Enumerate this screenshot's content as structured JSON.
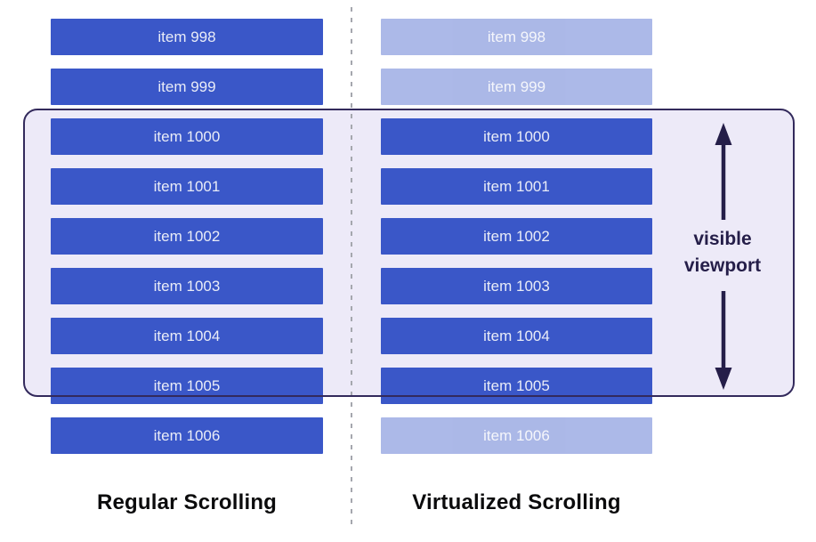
{
  "diagram": {
    "left_column": {
      "caption": "Regular Scrolling",
      "items": [
        {
          "label": "item 998",
          "state": "rendered"
        },
        {
          "label": "item 999",
          "state": "rendered"
        },
        {
          "label": "item 1000",
          "state": "rendered"
        },
        {
          "label": "item 1001",
          "state": "rendered"
        },
        {
          "label": "item 1002",
          "state": "rendered"
        },
        {
          "label": "item 1003",
          "state": "rendered"
        },
        {
          "label": "item 1004",
          "state": "rendered"
        },
        {
          "label": "item 1005",
          "state": "rendered"
        },
        {
          "label": "item 1006",
          "state": "rendered"
        }
      ]
    },
    "right_column": {
      "caption": "Virtualized Scrolling",
      "items": [
        {
          "label": "item 998",
          "state": "virtualized"
        },
        {
          "label": "item 999",
          "state": "virtualized"
        },
        {
          "label": "item 1000",
          "state": "rendered"
        },
        {
          "label": "item 1001",
          "state": "rendered"
        },
        {
          "label": "item 1002",
          "state": "rendered"
        },
        {
          "label": "item 1003",
          "state": "rendered"
        },
        {
          "label": "item 1004",
          "state": "rendered"
        },
        {
          "label": "item 1005",
          "state": "rendered"
        },
        {
          "label": "item 1006",
          "state": "virtualized"
        }
      ]
    },
    "viewport": {
      "label_line1": "visible",
      "label_line2": "viewport"
    },
    "colors": {
      "item_blue": "#3A57C8",
      "item_text": "#E9ECF7",
      "viewport_fill": "#EDEAF8",
      "viewport_border": "#332A5C",
      "ink": "#251E49",
      "divider": "#A5A7AE",
      "caption_text": "#0B0B0C"
    }
  }
}
